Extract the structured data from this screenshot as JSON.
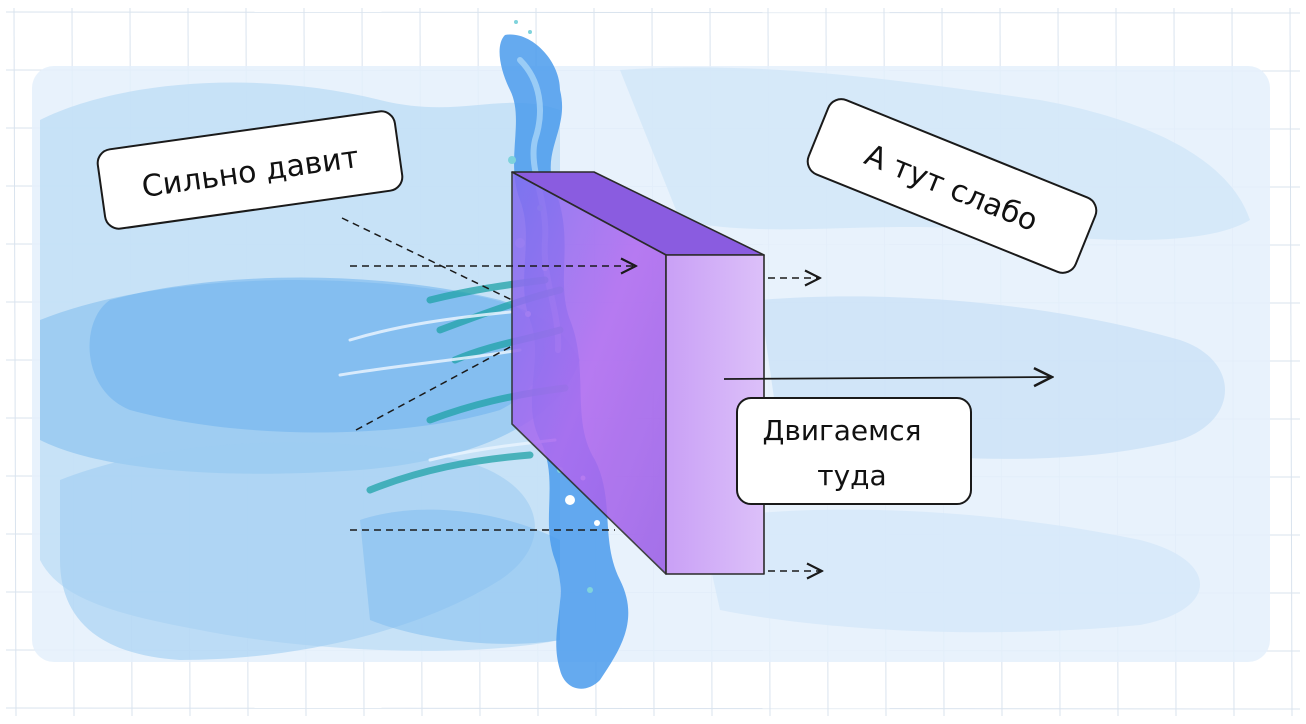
{
  "labels": {
    "left": "Сильно давит",
    "right": "А тут слабо",
    "move_line1": "Двигаемся",
    "move_line2": "туда"
  },
  "colors": {
    "grid": "#d9e3ee",
    "panel": "#e6f1fc",
    "water_light": "#8ec6f0",
    "water_mid": "#5aa9ec",
    "water_dark": "#2f8ee6",
    "teal": "#1fa3a8",
    "box_front": "#d6b3f7",
    "box_left": "#a86ef2",
    "box_top": "#8a5ce0",
    "ink": "#1a1a1a"
  }
}
